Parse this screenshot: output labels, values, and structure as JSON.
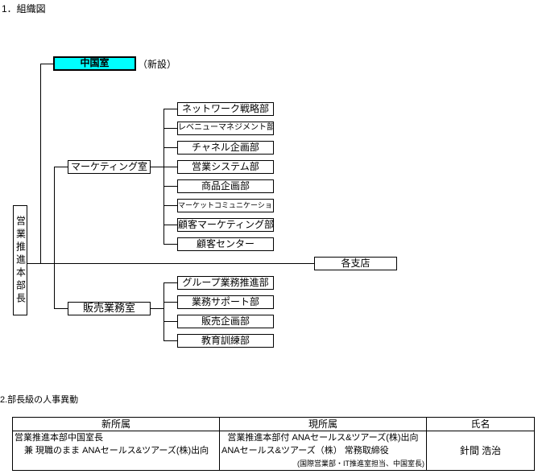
{
  "section1_title": "1．組織図",
  "org": {
    "root": "営業推進本部長",
    "china_office": "中国室",
    "china_note": "（新設）",
    "marketing_office": "マーケティング室",
    "marketing_depts": [
      "ネットワーク戦略部",
      "レベニューマネジメント部",
      "チャネル企画部",
      "営業システム部",
      "商品企画部",
      "マーケットコミュニケーション部",
      "顧客マーケティング部",
      "顧客センター"
    ],
    "branches": "各支店",
    "sales_office": "販売業務室",
    "sales_depts": [
      "グループ業務推進部",
      "業務サポート部",
      "販売企画部",
      "教育訓練部"
    ],
    "china_color": "#00ffff"
  },
  "section2_title": "2.部長級の人事異動",
  "table": {
    "headers": [
      "新所属",
      "現所属",
      "氏名"
    ],
    "rows": [
      {
        "new_line1": "営業推進本部中国室長",
        "new_line2": "兼 現職のまま ANAセールス&ツアーズ(株)出向",
        "cur_line1": "営業推進本部付 ANAセールス&ツアーズ(株)出向",
        "cur_line2": "ANAセールス&ツアーズ（株） 常務取締役",
        "cur_line3": "(国際営業部・IT推進室担当、中国室長)",
        "name": "針間 浩治"
      }
    ]
  }
}
